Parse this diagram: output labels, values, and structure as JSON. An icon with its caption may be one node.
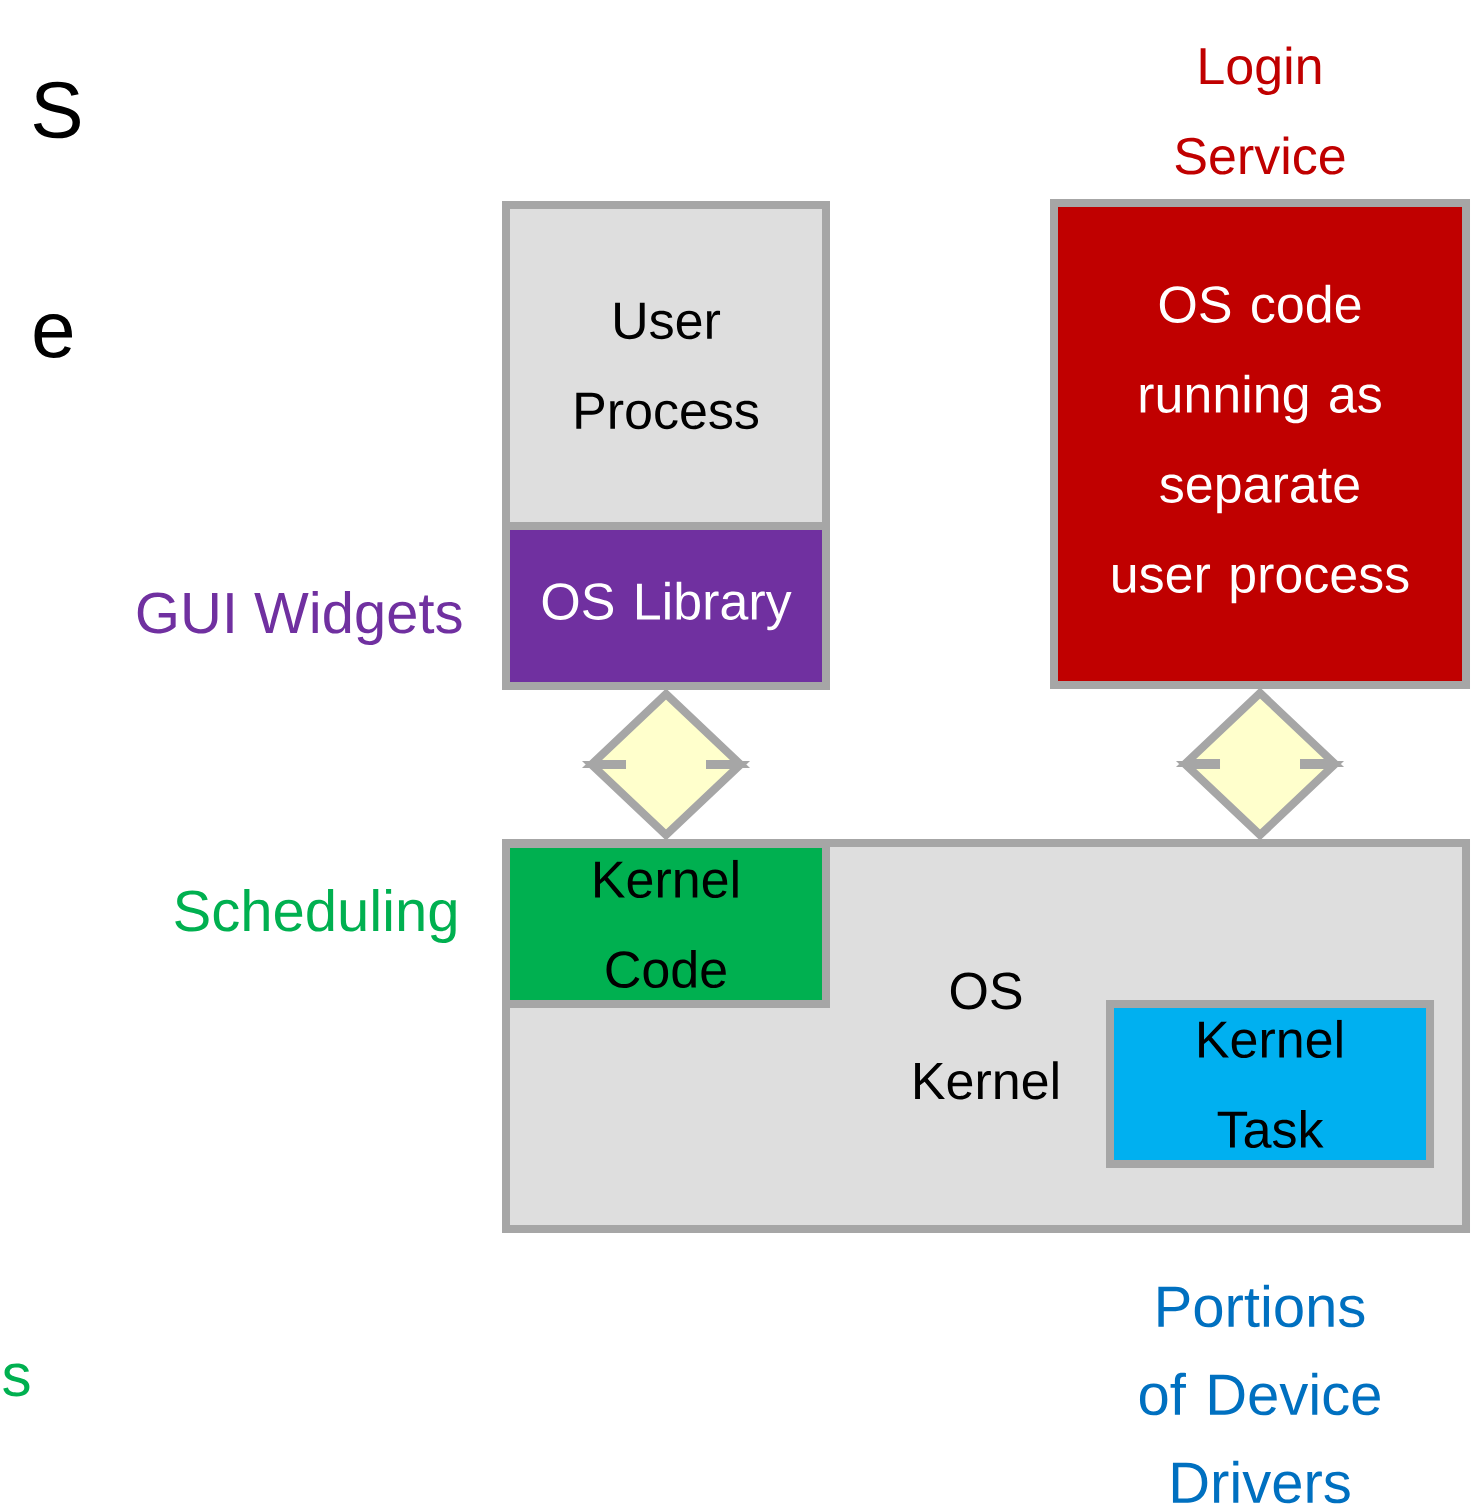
{
  "diagram": {
    "nodes": [
      {
        "text": [
          "User Process"
        ]
      },
      {
        "text": [
          "OS Library"
        ],
        "beside": [
          "GUI Widgets"
        ]
      },
      {
        "text": [
          "Login Service",
          "OS code running as separate user process"
        ]
      },
      {
        "text": [
          "OS Kernel"
        ]
      },
      {
        "text": [
          "Kernel Code"
        ],
        "in": 3,
        "beside": [
          "Scheduling"
        ]
      },
      {
        "text": [
          "Kernel Task"
        ],
        "in": 3,
        "beside": [
          "Portions of Device Drivers"
        ]
      }
    ],
    "edges": [
      {
        "from": 1,
        "to": 3,
        "arrow": "both"
      },
      {
        "from": 2,
        "to": 3,
        "arrow": "both"
      }
    ],
    "labels": [
      "S",
      "e",
      "s"
    ]
  }
}
